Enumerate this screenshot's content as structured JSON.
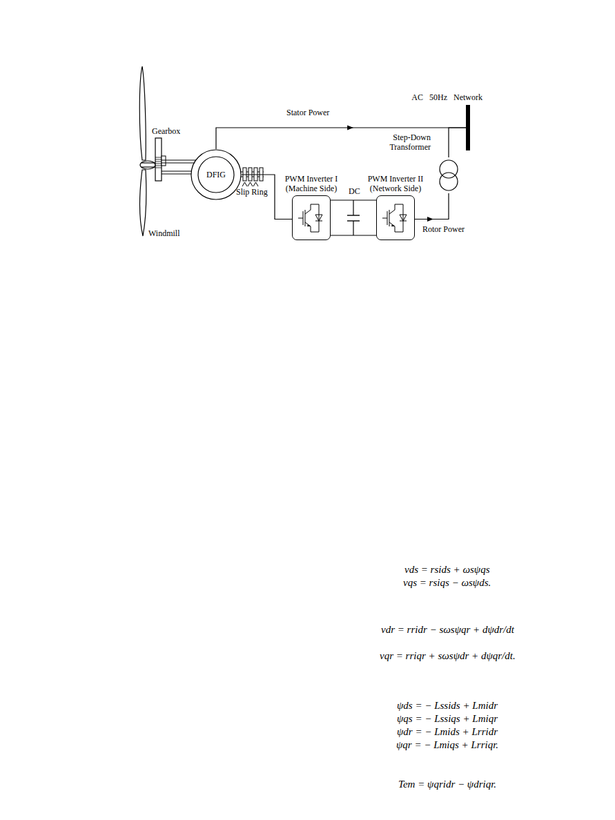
{
  "diagram": {
    "nodes": [
      {
        "text": [
          "DFIG"
        ]
      },
      {
        "text": [
          "PWM Inverter I (Machine Side)"
        ]
      },
      {
        "text": [
          "PWM Inverter II (Network Side)"
        ]
      },
      {
        "text": [
          "Step-Down Transformer"
        ]
      },
      {
        "text": [
          "AC 50Hz Network"
        ]
      }
    ],
    "edges": [
      {
        "from": 0,
        "to": 4,
        "label": "Stator Power",
        "arrow": "to"
      },
      {
        "from": 0,
        "to": 1,
        "arrow": "none"
      },
      {
        "from": 1,
        "to": 2,
        "label": "DC",
        "arrow": "none"
      },
      {
        "from": 2,
        "to": 3,
        "label": "Rotor Power",
        "arrow": "to"
      },
      {
        "from": 3,
        "to": 4,
        "arrow": "none"
      }
    ],
    "labels": [
      "Gearbox",
      "Windmill",
      "Slip Ring",
      "vds = rsids + ωsψqs",
      "vqs = rsiqs − ωsψds.",
      "vdr = rridr − sωsψqr + dψdr/dt",
      "vqr = rriqr + sωsψdr + dψqr/dt.",
      "ψds = − Lssids + Lmidr",
      "ψqs = − Lssiqs + Lmiqr",
      "ψdr = − Lmids + Lrridr",
      "ψqr = − Lmiqs + Lrriqr.",
      "Tem = ψqridr − ψdriqr."
    ]
  }
}
